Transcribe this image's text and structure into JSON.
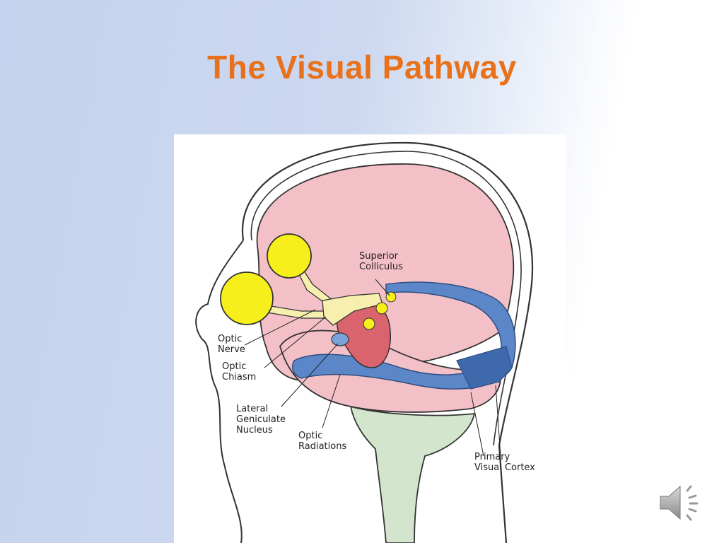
{
  "slide": {
    "title": "The Visual Pathway"
  },
  "diagram": {
    "labels": {
      "superior_colliculus": [
        "Superior",
        "Colliculus"
      ],
      "optic_nerve": [
        "Optic",
        "Nerve"
      ],
      "optic_chiasm": [
        "Optic",
        "Chiasm"
      ],
      "lateral_geniculate_nucleus": [
        "Lateral",
        "Geniculate",
        "Nucleus"
      ],
      "optic_radiations": [
        "Optic",
        "Radiations"
      ],
      "primary_visual_cortex": [
        "Primary",
        "Visual Cortex"
      ]
    },
    "colors": {
      "cerebrum": "#f4c0c8",
      "eye": "#f6ef1c",
      "optic_pathway": "#f7efae",
      "radiations": "#5b86c8",
      "brainstem": "#d3e5cc",
      "thalamus": "#d9646e"
    }
  },
  "audio_icon": "speaker-icon"
}
